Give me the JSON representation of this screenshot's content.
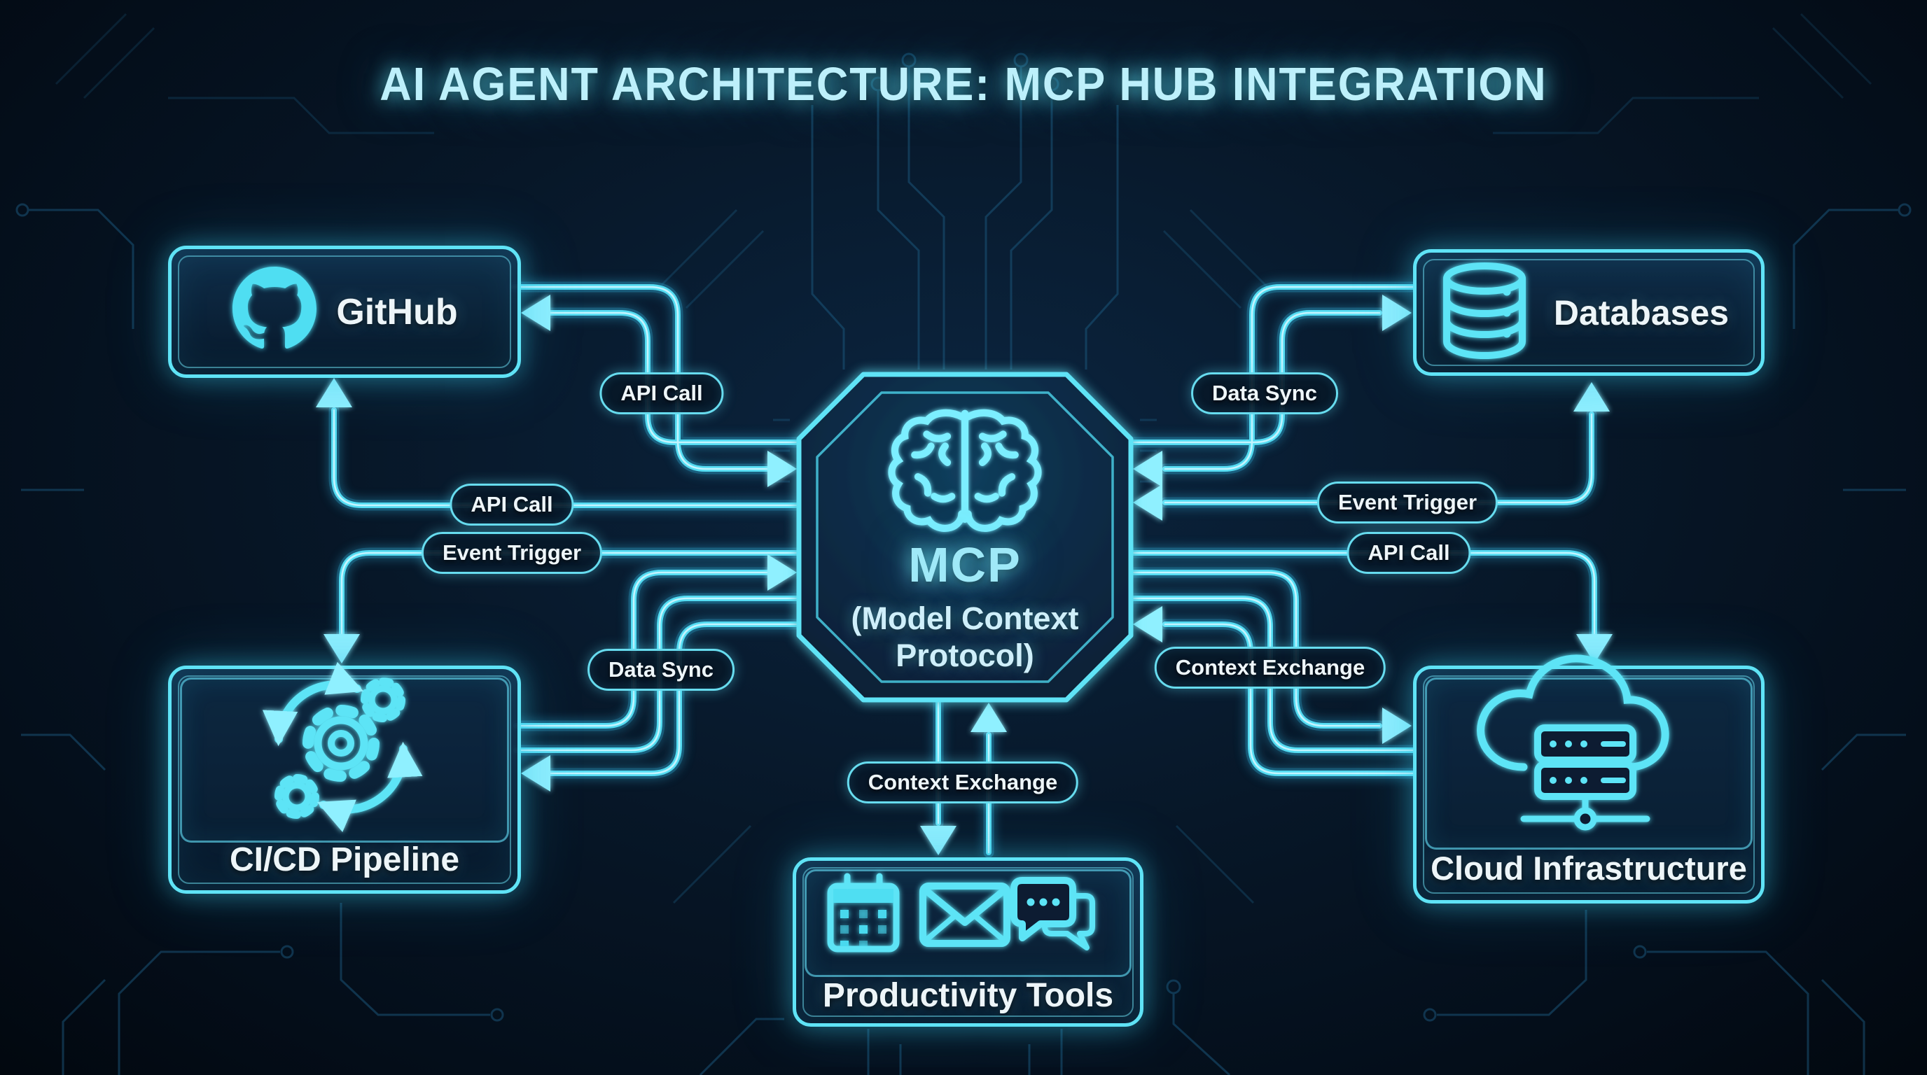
{
  "title": "AI AGENT ARCHITECTURE: MCP HUB INTEGRATION",
  "hub": {
    "name": "MCP",
    "subtitle_line1": "(Model Context",
    "subtitle_line2": "Protocol)",
    "icon": "brain-icon"
  },
  "nodes": [
    {
      "id": "github",
      "label": "GitHub",
      "icon": "github-octocat-icon"
    },
    {
      "id": "databases",
      "label": "Databases",
      "icon": "database-cylinder-icon"
    },
    {
      "id": "cicd",
      "label": "CI/CD Pipeline",
      "icon": "gears-cycle-icon"
    },
    {
      "id": "cloud",
      "label": "Cloud Infrastructure",
      "icon": "cloud-servers-icon"
    },
    {
      "id": "productivity",
      "label": "Productivity Tools",
      "icons": [
        "calendar-icon",
        "email-envelope-icon",
        "chat-bubbles-icon"
      ]
    }
  ],
  "edge_labels": [
    {
      "id": "api-call-github-top",
      "text": "API Call"
    },
    {
      "id": "api-call-github-mid",
      "text": "API Call"
    },
    {
      "id": "event-trigger-left",
      "text": "Event Trigger"
    },
    {
      "id": "data-sync-left",
      "text": "Data Sync"
    },
    {
      "id": "data-sync-right",
      "text": "Data Sync"
    },
    {
      "id": "event-trigger-right",
      "text": "Event Trigger"
    },
    {
      "id": "api-call-right",
      "text": "API Call"
    },
    {
      "id": "context-exchange-right",
      "text": "Context Exchange"
    },
    {
      "id": "context-exchange-bottom",
      "text": "Context Exchange"
    }
  ],
  "colors": {
    "background": "#050f1c",
    "trace": "#54dcf2",
    "trace_core": "#c8f6ff",
    "box_border": "#5fe3f6",
    "box_fill": "#0b2440",
    "label_text": "#edf5f8",
    "title_text": "#bdf0fb",
    "hub_text": "#9fe9f8",
    "hub_subtext": "#cfeffa",
    "pill_border": "#67dcef"
  }
}
